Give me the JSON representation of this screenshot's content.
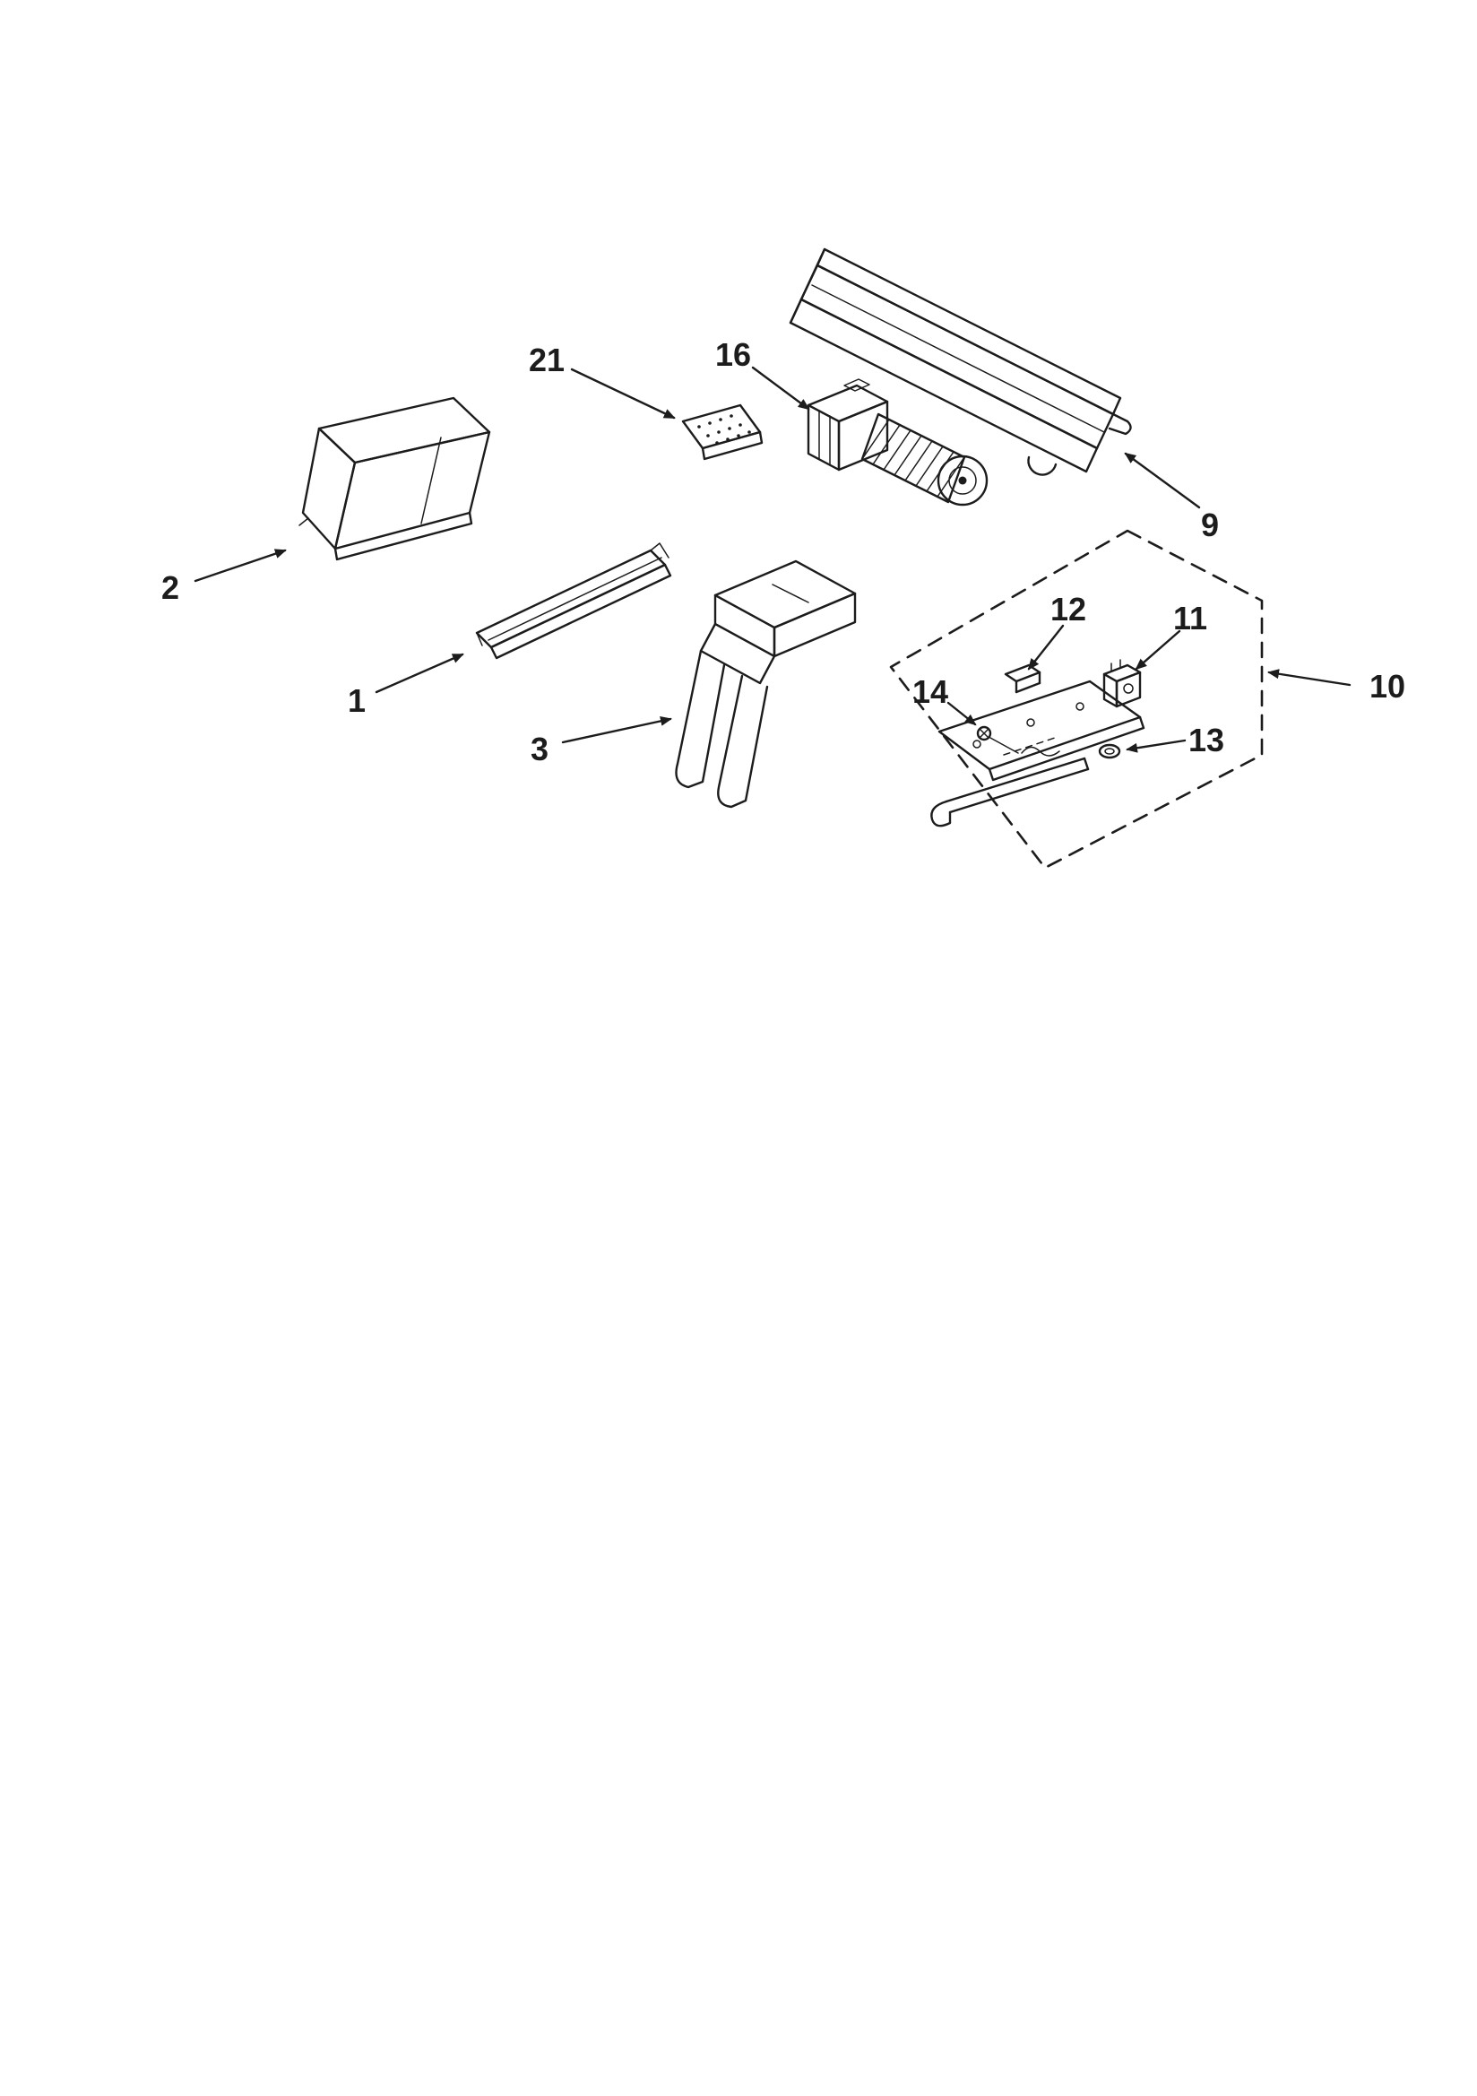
{
  "page": {
    "background": "#ffffff",
    "line_color": "#1c1c1c"
  },
  "callouts": {
    "part1": {
      "number": "1"
    },
    "part2": {
      "number": "2"
    },
    "part3": {
      "number": "3"
    },
    "part9": {
      "number": "9"
    },
    "part10": {
      "number": "10"
    },
    "part11": {
      "number": "11"
    },
    "part12": {
      "number": "12"
    },
    "part13": {
      "number": "13"
    },
    "part14": {
      "number": "14"
    },
    "part16": {
      "number": "16"
    },
    "part21": {
      "number": "21"
    }
  }
}
